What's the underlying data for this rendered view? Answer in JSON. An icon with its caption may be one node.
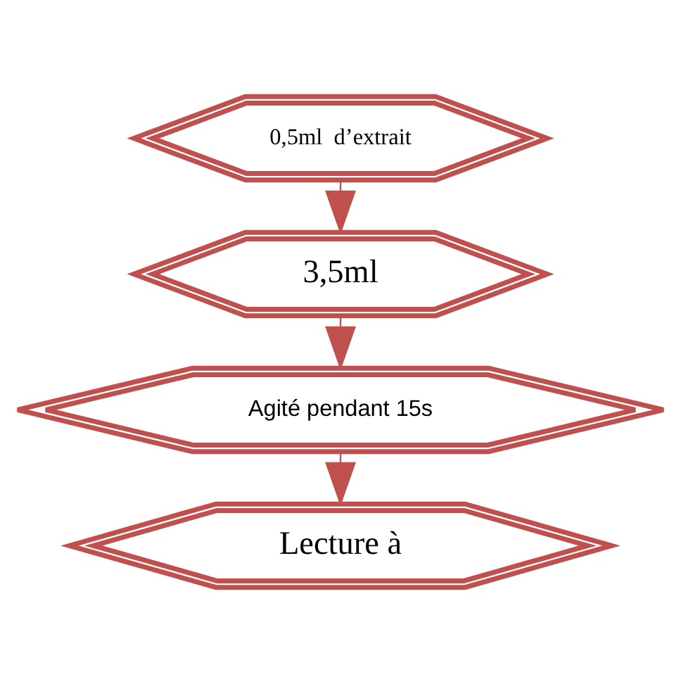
{
  "diagram": {
    "nodes": [
      {
        "text": [
          "0,5ml  d’extrait"
        ]
      },
      {
        "text": [
          "3,5ml"
        ]
      },
      {
        "text": [
          "Agité pendant 15s"
        ]
      },
      {
        "text": [
          "Lecture à"
        ]
      }
    ],
    "edges": [
      {
        "from": 0,
        "to": 1,
        "arrow": "to"
      },
      {
        "from": 1,
        "to": 2,
        "arrow": "to"
      },
      {
        "from": 2,
        "to": 3,
        "arrow": "to"
      }
    ]
  }
}
